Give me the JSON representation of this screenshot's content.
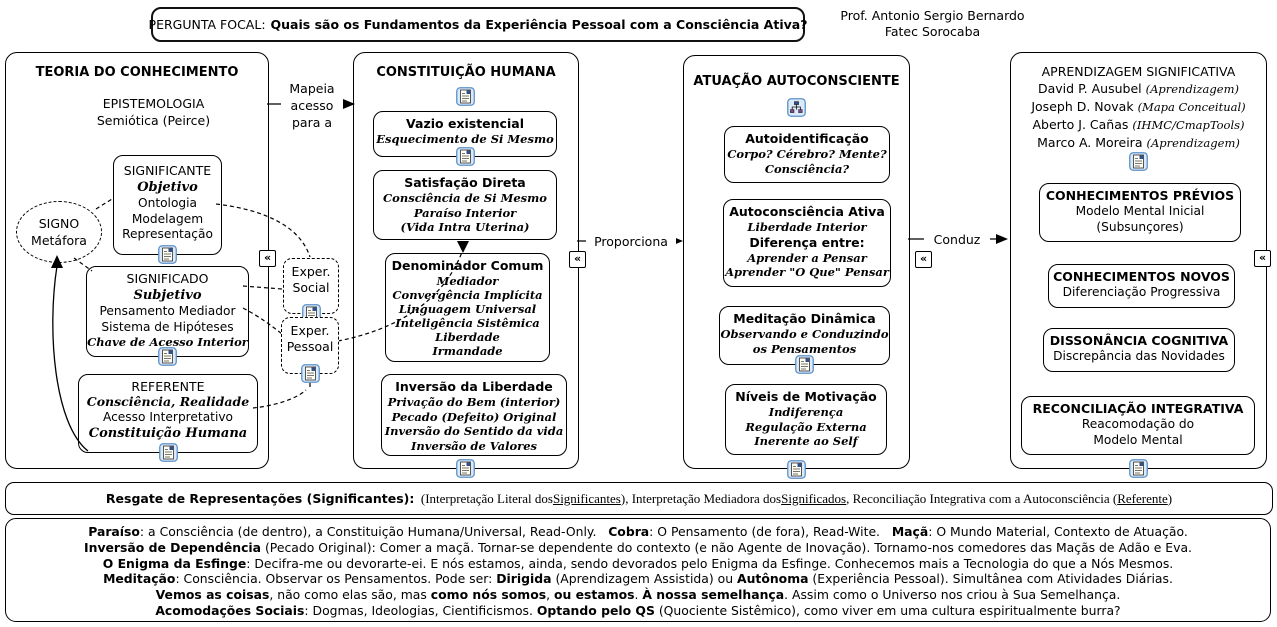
{
  "colors": {
    "ink": "#000000",
    "icon_border": "#5b91c9",
    "icon_fill": "#dce9f9",
    "icon_corner": "#2f4f8f"
  },
  "header": {
    "focal_label": "PERGUNTA FOCAL:",
    "focal_question": "Quais são os Fundamentos da Experiência Pessoal com a Consciência Ativa?",
    "author_line1": "Prof. Antonio Sergio Bernardo",
    "author_line2": "Fatec Sorocaba"
  },
  "connectors": {
    "mapeia": [
      "Mapeia",
      "acesso",
      "para a"
    ],
    "proporciona": "Proporciona",
    "conduz": "Conduz",
    "exper_social": [
      "Exper.",
      "Social"
    ],
    "exper_pessoal": [
      "Exper.",
      "Pessoal"
    ],
    "collapse_glyph": "«"
  },
  "teoria": {
    "title": "TEORIA DO CONHECIMENTO",
    "epistemologia": [
      "EPISTEMOLOGIA",
      "Semiótica (Peirce)"
    ],
    "signo": [
      "SIGNO",
      "Metáfora"
    ],
    "significante": {
      "title": "SIGNIFICANTE",
      "script": "Objetivo",
      "lines": [
        "Ontologia",
        "Modelagem",
        "Representação"
      ]
    },
    "significado": {
      "title": "SIGNIFICADO",
      "script": "Subjetivo",
      "lines": [
        "Pensamento Mediador",
        "Sistema de Hipóteses"
      ],
      "script2": "Chave de Acesso Interior"
    },
    "referente": {
      "title": "REFERENTE",
      "script": "Consciência, Realidade",
      "lines": [
        "Acesso Interpretativo"
      ],
      "script2": "Constituição Humana"
    }
  },
  "constituicao": {
    "title": "CONSTITUIÇÃO HUMANA",
    "boxes": [
      {
        "title": "Vazio existencial",
        "script": [
          "Esquecimento de Si Mesmo"
        ]
      },
      {
        "title": "Satisfação Direta",
        "script": [
          "Consciência de Si Mesmo",
          "Paraíso Interior",
          "(Vida Intra Uterina)"
        ]
      },
      {
        "title": "Denominador Comum",
        "script": [
          "Mediador",
          "Convergência Implícita",
          "Linguagem Universal",
          "Inteligência Sistêmica",
          "Liberdade",
          "Irmandade"
        ]
      },
      {
        "title": "Inversão da Liberdade",
        "script": [
          "Privação do Bem (interior)",
          "Pecado (Defeito) Original",
          "Inversão do Sentido da vida",
          "Inversão de Valores"
        ]
      }
    ]
  },
  "atuacao": {
    "title": "ATUAÇÃO AUTOCONSCIENTE",
    "boxes": [
      {
        "title": "Autoidentificação",
        "script": [
          "Corpo? Cérebro? Mente?",
          "Consciência?"
        ]
      },
      {
        "title": "Autoconsciência Ativa",
        "script": [
          "Liberdade Interior"
        ],
        "subtitle": "Diferença entre:",
        "script2": [
          "Aprender a Pensar",
          "Aprender \"O Que\" Pensar"
        ]
      },
      {
        "title": "Meditação Dinâmica",
        "script": [
          "Observando e Conduzindo",
          "os Pensamentos"
        ]
      },
      {
        "title": "Níveis de Motivação",
        "script": [
          "Indiferença",
          "Regulação Externa",
          "Inerente ao Self"
        ]
      }
    ]
  },
  "aprendizagem": {
    "title": "APRENDIZAGEM SIGNIFICATIVA",
    "authors": [
      {
        "name": "David P. Ausubel",
        "note": "(Aprendizagem)"
      },
      {
        "name": "Joseph D. Novak",
        "note": "(Mapa Conceitual)"
      },
      {
        "name": "Aberto J. Cañas",
        "note": "(IHMC/CmapTools)"
      },
      {
        "name": "Marco A. Moreira",
        "note": "(Aprendizagem)"
      }
    ],
    "boxes": [
      {
        "title": "CONHECIMENTOS PRÉVIOS",
        "lines": [
          "Modelo Mental Inicial",
          "(Subsunçores)"
        ]
      },
      {
        "title": "CONHECIMENTOS NOVOS",
        "lines": [
          "Diferenciação Progressiva"
        ]
      },
      {
        "title": "DISSONÂNCIA COGNITIVA",
        "lines": [
          "Discrepância das Novidades"
        ]
      },
      {
        "title": "RECONCILIAÇÃO INTEGRATIVA",
        "lines": [
          "Reacomodação do",
          "Modelo Mental"
        ]
      }
    ]
  },
  "resgate": {
    "segments": [
      {
        "t": "Resgate de Representações (Significantes):",
        "lead": true
      },
      {
        "t": "  (Interpretação Literal dos "
      },
      {
        "t": "Significantes",
        "u": true
      },
      {
        "t": "), Interpretação Mediadora dos "
      },
      {
        "t": "Significados",
        "u": true
      },
      {
        "t": ", Reconciliação Integrativa com a Autoconsciência ("
      },
      {
        "t": "Referente",
        "u": true
      },
      {
        "t": ")"
      }
    ]
  },
  "notes": {
    "lines": [
      [
        {
          "t": "Paraíso",
          "b": true
        },
        {
          "t": ": a Consciência (de dentro), a Constituição Humana/Universal, Read-Only.   "
        },
        {
          "t": "Cobra",
          "b": true
        },
        {
          "t": ": O Pensamento (de fora), Read-Wite.   "
        },
        {
          "t": "Maçã",
          "b": true
        },
        {
          "t": ": O Mundo Material, Contexto de Atuação."
        }
      ],
      [
        {
          "t": "Inversão de Dependência",
          "b": true
        },
        {
          "t": " (Pecado Original): Comer a maçã. Tornar-se dependente do contexto (e não Agente de Inovação). Tornamo-nos comedores das Maçãs de Adão e Eva."
        }
      ],
      [
        {
          "t": "O Enigma da Esfinge",
          "b": true
        },
        {
          "t": ": Decifra-me ou devorarte-ei. E nós estamos, ainda, sendo devorados pelo Enigma da Esfinge. Conhecemos mais a Tecnologia do que a Nós Mesmos."
        }
      ],
      [
        {
          "t": "Meditação",
          "b": true
        },
        {
          "t": ": Consciência. Observar os Pensamentos. Pode ser: "
        },
        {
          "t": "Dirigida",
          "b": true
        },
        {
          "t": " (Aprendizagem Assistida) ou "
        },
        {
          "t": "Autônoma",
          "b": true
        },
        {
          "t": " (Experiência Pessoal). Simultânea com Atividades Diárias."
        }
      ],
      [
        {
          "t": "Vemos as coisas",
          "b": true
        },
        {
          "t": ", não como elas são, mas "
        },
        {
          "t": "como nós somos",
          "b": true
        },
        {
          "t": ", "
        },
        {
          "t": "ou estamos",
          "b": true
        },
        {
          "t": ". "
        },
        {
          "t": "À nossa semelhança",
          "b": true
        },
        {
          "t": ". Assim como o Universo nos criou à Sua Semelhança."
        }
      ],
      [
        {
          "t": "Acomodações Sociais",
          "b": true
        },
        {
          "t": ": Dogmas, Ideologias, Cientificismos. "
        },
        {
          "t": "Optando pelo QS",
          "b": true
        },
        {
          "t": " (Quociente Sistêmico), como viver em uma cultura espiritualmente burra?"
        }
      ]
    ]
  }
}
